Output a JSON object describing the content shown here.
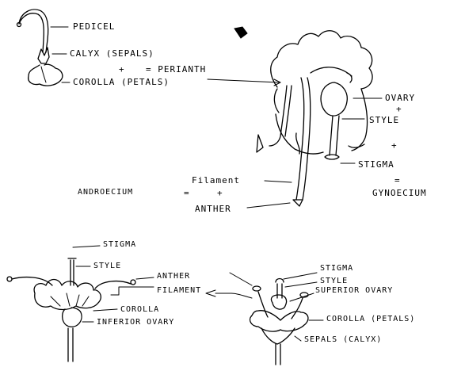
{
  "top_left": {
    "pedicel": "PEDICEL",
    "calyx": "CALYX (SEPALS)",
    "plus": "+",
    "perianth": "= PERIANTH",
    "corolla": "COROLLA (PETALS)"
  },
  "top_right": {
    "ovary": "OVARY",
    "plus1": "+",
    "style": "STYLE",
    "plus2": "+",
    "stigma": "STIGMA",
    "equals": "=",
    "gynoecium": "GYNOECIUM"
  },
  "androecium": {
    "filament": "Filament",
    "androecium": "ANDROECIUM",
    "equals": "=",
    "plus": "+",
    "anther": "ANTHER"
  },
  "bottom_left": {
    "stigma": "STIGMA",
    "style": "STYLE",
    "anther": "ANTHER",
    "filament": "FILAMENT",
    "corolla": "COROLLA",
    "inferior_ovary": "INFERIOR OVARY"
  },
  "bottom_right": {
    "stigma": "STIGMA",
    "style": "STYLE",
    "superior_ovary": "SUPERIOR OVARY",
    "corolla": "COROLLA (PETALS)",
    "sepals": "SEPALS (CALYX)"
  },
  "icons": [
    "pencil-mark-icon"
  ]
}
